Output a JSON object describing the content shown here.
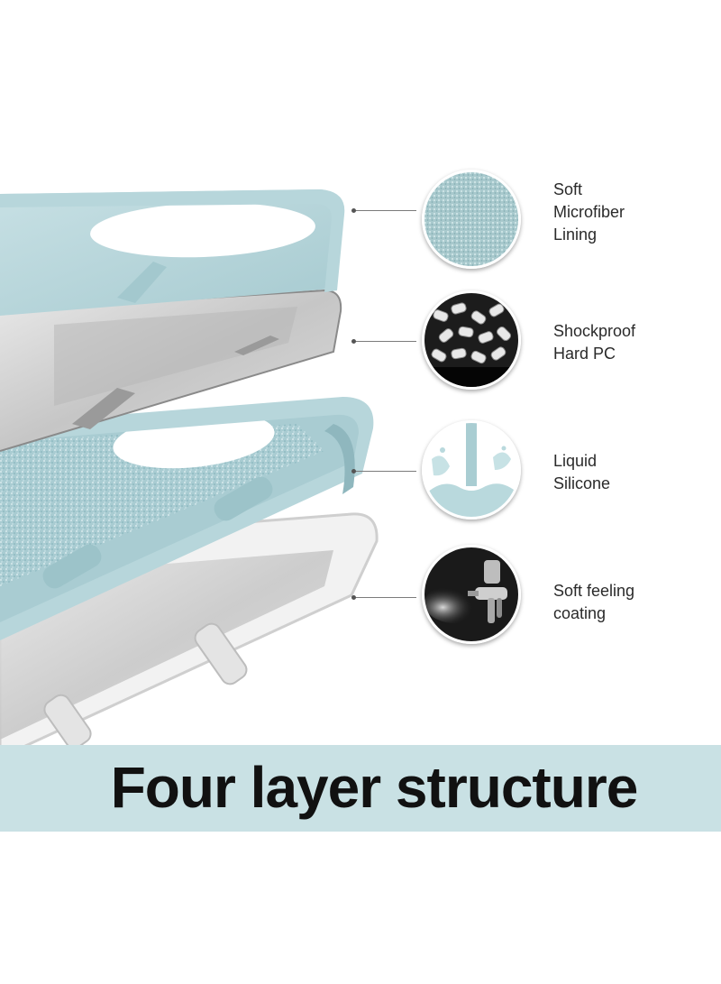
{
  "features": [
    {
      "lines": [
        "Soft",
        "Microfiber",
        "Lining"
      ],
      "icon": "microfiber-texture-icon"
    },
    {
      "lines": [
        "Shockproof",
        "Hard PC"
      ],
      "icon": "pc-pellets-icon"
    },
    {
      "lines": [
        "Liquid",
        "Silicone"
      ],
      "icon": "liquid-silicone-splash-icon"
    },
    {
      "lines": [
        "Soft feeling",
        "coating"
      ],
      "icon": "spray-gun-icon"
    }
  ],
  "banner": {
    "title": "Four layer structure"
  },
  "colors": {
    "silicone": "#b7d6db",
    "silicone_dark": "#93bcc3",
    "banner": "#c9e1e4",
    "text": "#111111",
    "clear_pc": "#c8c8c8"
  }
}
